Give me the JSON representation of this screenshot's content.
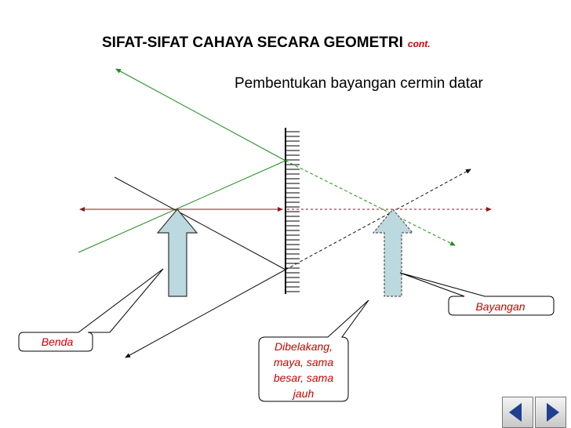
{
  "slide": {
    "title": "SIFAT-SIFAT CAHAYA SECARA GEOMETRI",
    "title_suffix": "cont.",
    "subtitle": "Pembentukan bayangan cermin datar"
  },
  "labels": {
    "object": "Benda",
    "image": "Bayangan",
    "image_note": "Dibelakang, maya, sama besar, sama jauh"
  },
  "navigation": {
    "prev_icon": "arrow-left-icon",
    "next_icon": "arrow-right-icon"
  },
  "colors": {
    "green_ray": "#1e8c1e",
    "red_ray": "#8b1a1a",
    "black_ray": "#111111",
    "arrow_fill": "#bcd9df",
    "arrow_stroke": "#333333",
    "label_red": "#cc0000"
  }
}
